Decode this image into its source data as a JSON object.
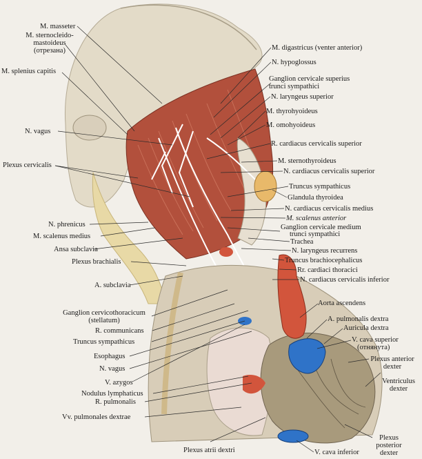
{
  "labels": {
    "masseter": "M. masseter",
    "scm_1": "M. sternocleido-",
    "scm_2": "mastoideus",
    "scm_3": "(отрезана)",
    "splenius": "M. splenius capitis",
    "vagus_top": "N. vagus",
    "plexus_cervicalis": "Plexus cervicalis",
    "phrenicus": "N. phrenicus",
    "scalenus_medius": "M. scalenus medius",
    "ansa_subclavia": "Ansa subclavia",
    "plexus_brachialis": "Plexus brachialis",
    "a_subclavia": "A. subclavia",
    "ganglion_ct_1": "Ganglion cervicothoracicum",
    "ganglion_ct_2": "(stellatum)",
    "r_communicans": "R. communicans",
    "truncus_symp_left": "Truncus sympathicus",
    "esophagus": "Esophagus",
    "vagus_bottom": "N. vagus",
    "v_azygos": "V. azygos",
    "nodulus": "Nodulus lymphaticus",
    "r_pulmonalis": "R. pulmonalis",
    "vv_pulmonales": "Vv. pulmonales dextrae",
    "plexus_atrii": "Plexus atrii dextri",
    "digastricus": "M. digastricus (venter anterior)",
    "hypoglossus": "N. hypoglossus",
    "ganglion_sup_1": "Ganglion cervicale superius",
    "ganglion_sup_2": "trunci sympathici",
    "laryngeus_sup": "N. laryngeus superior",
    "thyrohyoideus": "M. thyrohyoideus",
    "omohyoideus": "M. omohyoideus",
    "r_cardiacus": "R. cardiacus cervicalis superior",
    "sternothyroideus": "M. sternothyroideus",
    "n_cardiacus_sup": "N. cardiacus cervicalis superior",
    "truncus_symp_right": "Truncus sympathicus",
    "glandula": "Glandula thyroidea",
    "n_cardiacus_med": "N. cardiacus cervicalis medius",
    "scalenus_ant": "M. scalenus anterior",
    "ganglion_med_1": "Ganglion cervicale medium",
    "ganglion_med_2": "trunci sympathici",
    "trachea": "Trachea",
    "laryngeus_rec": "N. laryngeus recurrens",
    "truncus_brachio": "Truncus brachiocephalicus",
    "rr_cardiaci": "Rr. cardiaci thoracici",
    "n_cardiacus_inf": "N. cardiacus cervicalis inferior",
    "aorta": "Aorta ascendens",
    "a_pulmonalis": "A. pulmonalis dextra",
    "auricula": "Auricula dextra",
    "v_cava_sup_1": "V. cava superior",
    "v_cava_sup_2": "(отнянута)",
    "plexus_ant_1": "Plexus anterior",
    "plexus_ant_2": "dexter",
    "ventriculus_1": "Ventriculus",
    "ventriculus_2": "dexter",
    "plexus_post_1": "Plexus",
    "plexus_post_2": "posterior",
    "plexus_post_3": "dexter",
    "v_cava_inf": "V. cava inferior"
  },
  "colors": {
    "background": "#f2efe9",
    "skin": "#e4dccb",
    "muscle": "#b2503c",
    "nerve": "#ffffff",
    "artery": "#d2553c",
    "vein": "#2f73c8",
    "gland": "#e8b96a",
    "heart": "#a89a7c"
  }
}
